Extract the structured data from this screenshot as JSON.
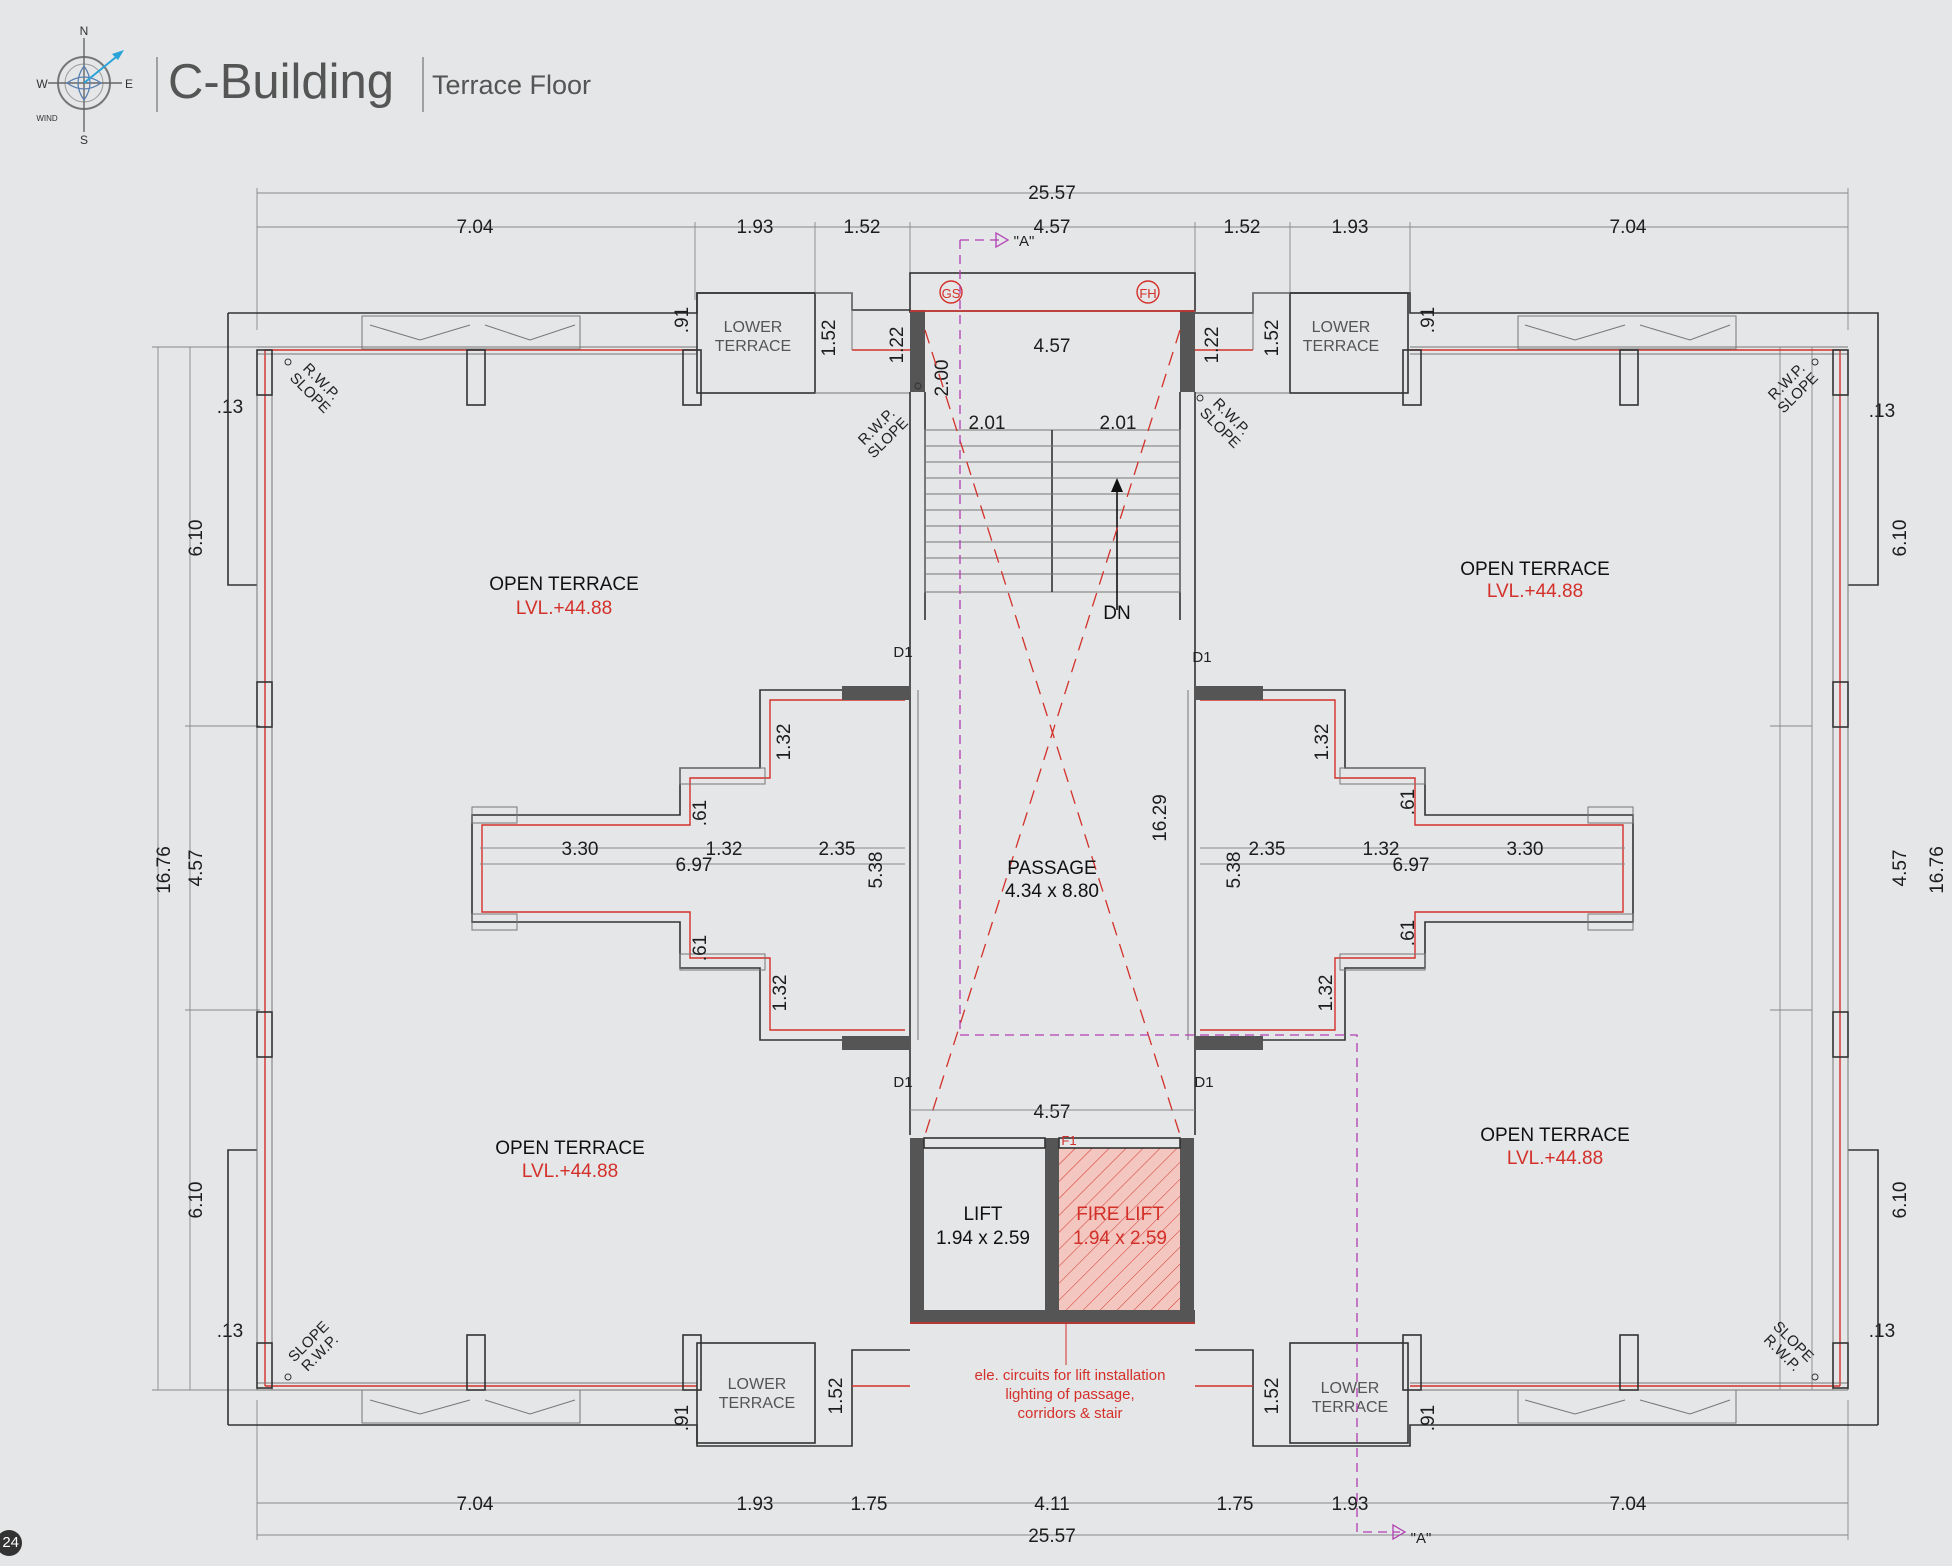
{
  "header": {
    "title": "C-Building",
    "subtitle": "Terrace Floor",
    "compass": {
      "n": "N",
      "s": "S",
      "e": "E",
      "w": "W",
      "wind": "WIND"
    }
  },
  "page_number": "24",
  "dims": {
    "overall_top": "25.57",
    "overall_bottom": "25.57",
    "top_left_outer": "7.04",
    "top_left_mid": "1.93",
    "top_left_inner": "1.52",
    "top_center": "4.57",
    "top_right_inner": "1.52",
    "top_right_mid": "1.93",
    "top_right_outer": "7.04",
    "bottom_left_outer": "7.04",
    "bottom_left_mid": "1.93",
    "bottom_left_inner": "1.75",
    "bottom_center": "4.11",
    "bottom_right_inner": "1.75",
    "bottom_right_mid": "1.93",
    "bottom_right_outer": "7.04",
    "left_overall": "16.76",
    "left_top": "6.10",
    "left_mid": "4.57",
    "left_bottom": "6.10",
    "right_overall": "16.76",
    "right_top": "6.10",
    "right_mid": "4.57",
    "right_bottom": "6.10",
    "corner_offset": ".13",
    "ledge": ".91",
    "lower_terrace_depth": "1.52",
    "stair_width": "4.57",
    "stair_side": "1.22",
    "stair_depth": "2.00",
    "stair_flight_left": "2.01",
    "stair_flight_right": "2.01",
    "core_height": "16.29",
    "lift_width": "4.57",
    "wing_a": "3.30",
    "wing_b": "1.32",
    "wing_c": "2.35",
    "wing_total": "6.97",
    "wing_notch": ".61",
    "wing_step": "1.32",
    "wing_height": "5.38"
  },
  "labels": {
    "open_terrace": "OPEN TERRACE",
    "level": "LVL.+44.88",
    "lower_terrace_1": "LOWER",
    "lower_terrace_2": "TERRACE",
    "passage": "PASSAGE",
    "passage_size": "4.34 x 8.80",
    "lift": "LIFT",
    "lift_size": "1.94 x 2.59",
    "fire_lift": "FIRE LIFT",
    "fire_lift_size": "1.94 x 2.59",
    "dn": "DN",
    "door": "D1",
    "rwp": "R.W.P.",
    "slope": "SLOPE",
    "section": "\"A\"",
    "gs": "GS",
    "fh": "FH",
    "f1": "F1",
    "note_1": "ele. circuits for lift installation",
    "note_2": "lighting of passage,",
    "note_3": "corridors & stair"
  },
  "colors": {
    "background": "#e4e6e7",
    "accent_red": "#d4302a",
    "section_line": "#b23fb5",
    "wall": "#333333"
  }
}
